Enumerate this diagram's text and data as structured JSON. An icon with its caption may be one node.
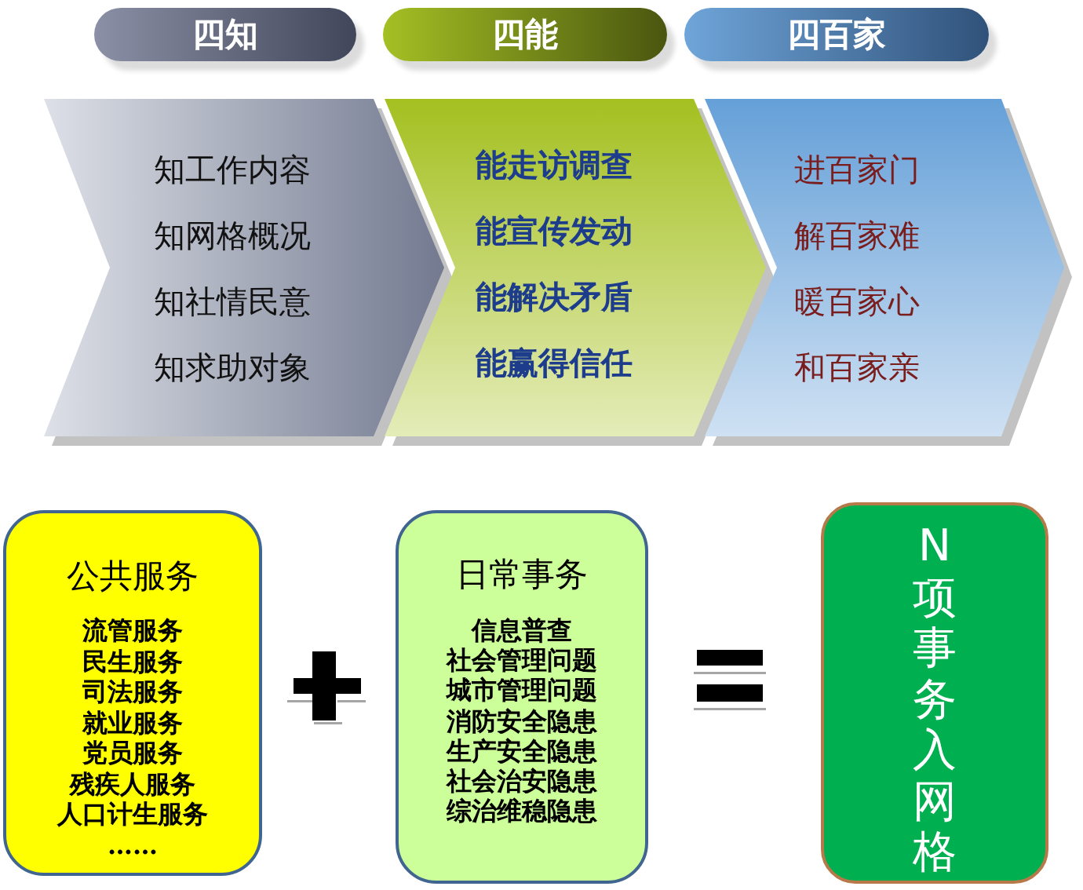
{
  "diagram": {
    "nodes": [
      {
        "text": [
          "四知"
        ]
      },
      {
        "text": [
          "四能"
        ]
      },
      {
        "text": [
          "四百家"
        ]
      },
      {
        "text": [
          "知工作内容",
          "知网格概况",
          "知社情民意",
          "知求助对象"
        ]
      },
      {
        "text": [
          "能走访调查",
          "能宣传发动",
          "能解决矛盾",
          "能赢得信任"
        ]
      },
      {
        "text": [
          "进百家门",
          "解百家难",
          "暖百家心",
          "和百家亲"
        ]
      },
      {
        "text": [
          "公共服务",
          "流管服务",
          "民生服务",
          "司法服务",
          "就业服务",
          "党员服务",
          "残疾人服务",
          "人口计生服务",
          "……"
        ]
      },
      {
        "text": [
          "日常事务",
          "信息普查",
          "社会管理问题",
          "城市管理问题",
          "消防安全隐患",
          "生产安全隐患",
          "社会治安隐患",
          "综治维稳隐患"
        ]
      },
      {
        "text": [
          "N项事务入网格"
        ]
      }
    ]
  }
}
